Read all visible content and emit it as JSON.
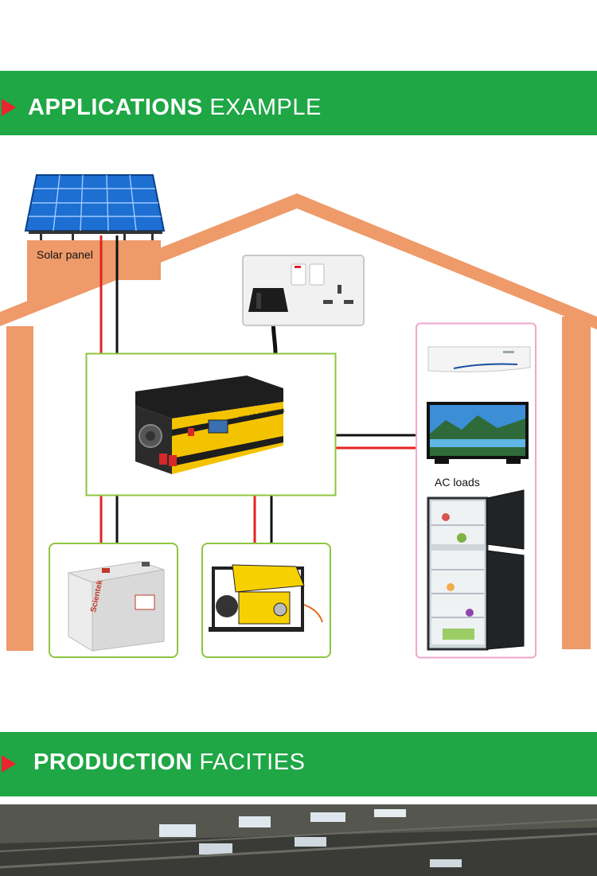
{
  "sections": {
    "applications": {
      "title_bold": "APPLICATIONS",
      "title_light": "EXAMPLE"
    },
    "production": {
      "title_bold": "PRODUCTION",
      "title_light": "FACITIES"
    }
  },
  "diagram": {
    "solar_label": "Solar panel",
    "ac_loads_label": "AC loads",
    "inverter_text": "SOLAR INVERTER",
    "battery_brand": "Scientek"
  },
  "colors": {
    "banner_green": "#1fa645",
    "arrow_red": "#e8262d",
    "house_orange": "#ee9a69",
    "frame_green": "#8cc63f",
    "frame_pink": "#f0a6c9",
    "wire_red": "#e52222",
    "wire_black": "#111111"
  }
}
